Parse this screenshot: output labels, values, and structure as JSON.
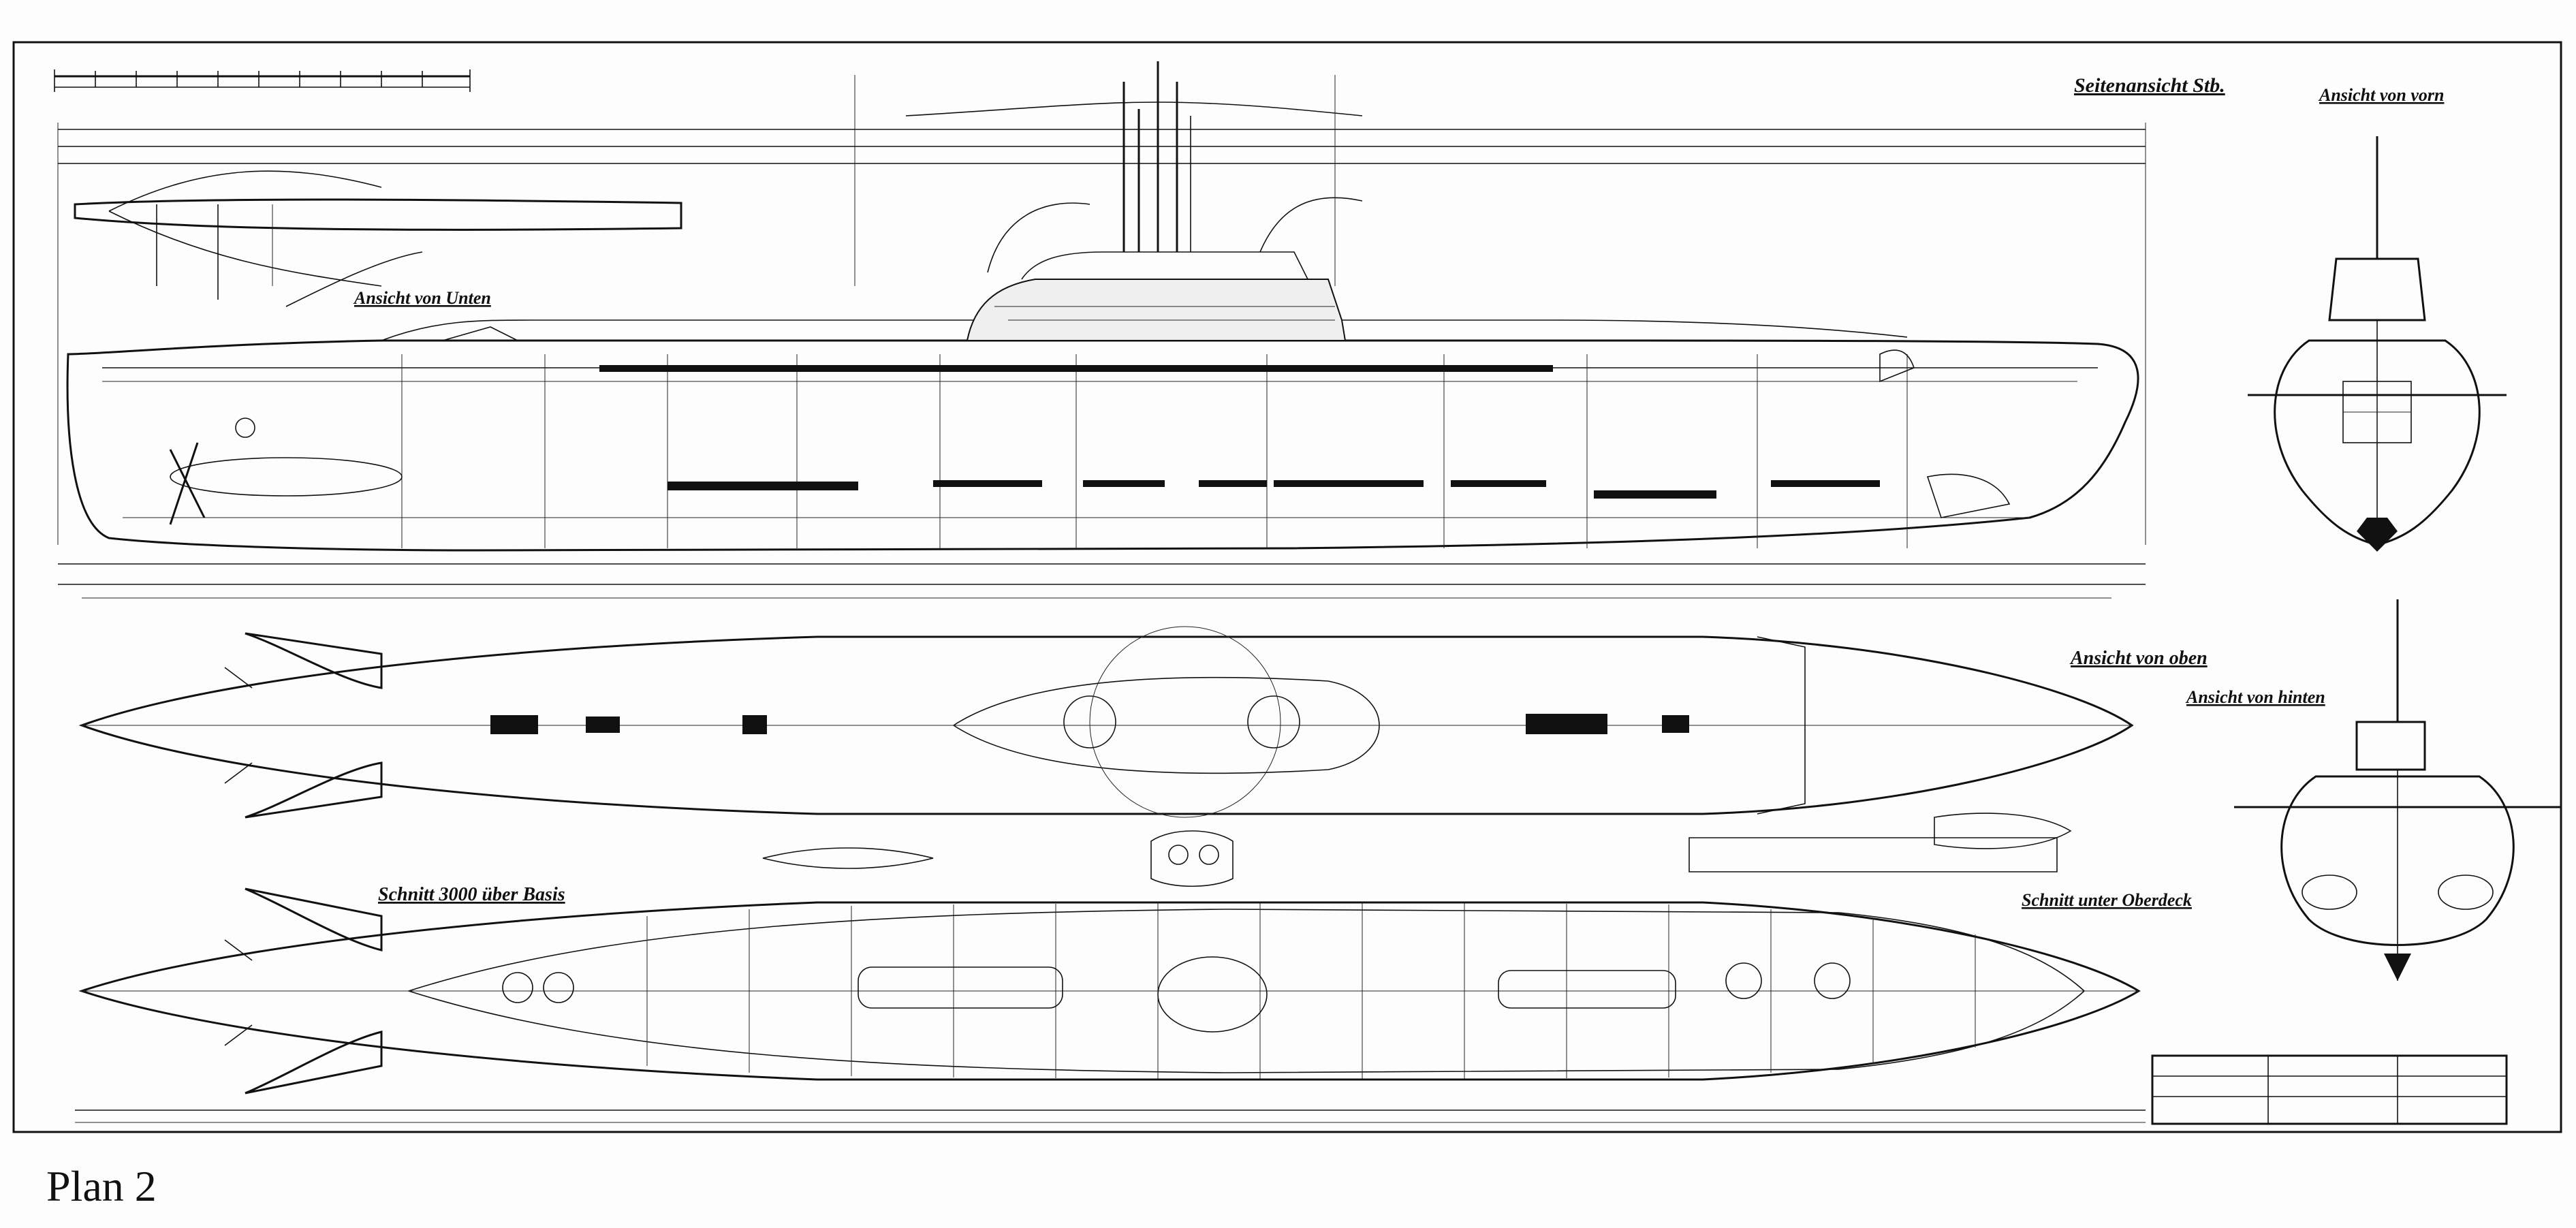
{
  "sheet": {
    "plan_label": "Plan 2"
  },
  "views": {
    "side_starboard": "Seitenansicht Stb.",
    "front": "Ansicht von vorn",
    "bottom": "Ansicht von Unten",
    "top": "Ansicht von oben",
    "rear": "Ansicht von hinten",
    "section_3000": "Schnitt 3000 über Basis",
    "section_below_deck": "Schnitt unter Oberdeck"
  },
  "colors": {
    "ink": "#111111",
    "paper": "#fdfdfd"
  }
}
